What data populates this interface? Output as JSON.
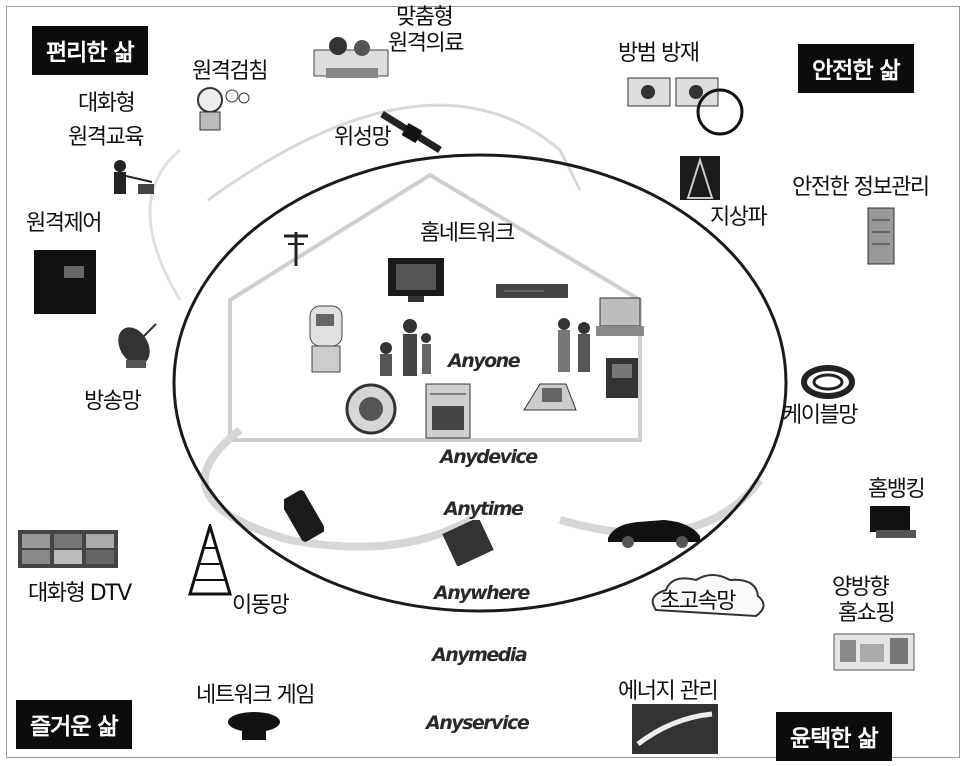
{
  "corners": {
    "top_left": "편리한 삶",
    "top_right": "안전한 삶",
    "bottom_left": "즐거운 삶",
    "bottom_right": "윤택한 삶"
  },
  "center": {
    "title": "홈네트워크",
    "any": [
      "Anyone",
      "Anydevice",
      "Anytime",
      "Anywhere",
      "Anymedia",
      "Anyservice"
    ]
  },
  "labels": {
    "custom_medical_l1": "맞춤형",
    "custom_medical_l2": "원격의료",
    "remote_checkup": "원격검침",
    "education_l1": "대화형",
    "education_l2": "원격교육",
    "satellite": "위성망",
    "remote_control": "원격제어",
    "broadcast_net": "방송망",
    "crime_disaster": "방범 방재",
    "terrestrial": "지상파",
    "info_mgmt": "안전한 정보관리",
    "cable_net": "케이블망",
    "home_banking": "홈뱅킹",
    "shopping_l1": "양방향",
    "shopping_l2": "홈쇼핑",
    "high_speed_net": "초고속망",
    "energy_mgmt": "에너지 관리",
    "interactive_dtv": "대화형 DTV",
    "mobile_net": "이동망",
    "network_game": "네트워크 게임"
  },
  "icons": [
    "medical-icon",
    "meter-icon",
    "teacher-icon",
    "satellite-icon",
    "remote-control-icon",
    "dish-icon",
    "antenna-icon",
    "security-icon",
    "tower-icon",
    "server-icon",
    "cable-icon",
    "banking-icon",
    "shopping-icon",
    "cloud-icon",
    "energy-icon",
    "dtv-icon",
    "mobile-tower-icon",
    "gamepad-icon",
    "tv-icon",
    "video-recorder-icon",
    "laptop-icon",
    "robot-icon",
    "family-icon",
    "people-icon",
    "camera-icon",
    "oven-icon",
    "phone-icon",
    "pc-icon",
    "cellphone-icon",
    "pda-icon",
    "car-icon"
  ],
  "colors": {
    "box_bg": "#0c0c0c",
    "box_text": "#ffffff",
    "circle": "#1a1a1a",
    "faint": "#cfcfcf"
  }
}
